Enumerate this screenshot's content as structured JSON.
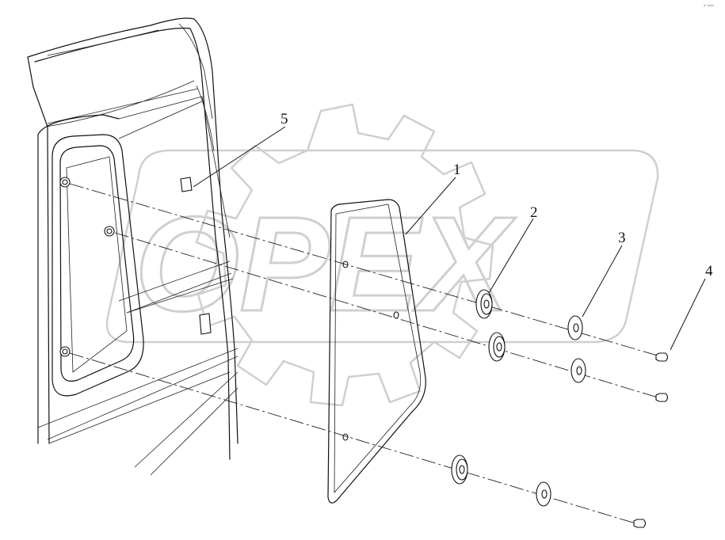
{
  "watermark": {
    "text": "OPEX"
  },
  "corner_mark": "a° xxxx",
  "callouts": [
    {
      "id": "1",
      "label": "1"
    },
    {
      "id": "2",
      "label": "2"
    },
    {
      "id": "3",
      "label": "3"
    },
    {
      "id": "4",
      "label": "4"
    },
    {
      "id": "5",
      "label": "5"
    }
  ]
}
